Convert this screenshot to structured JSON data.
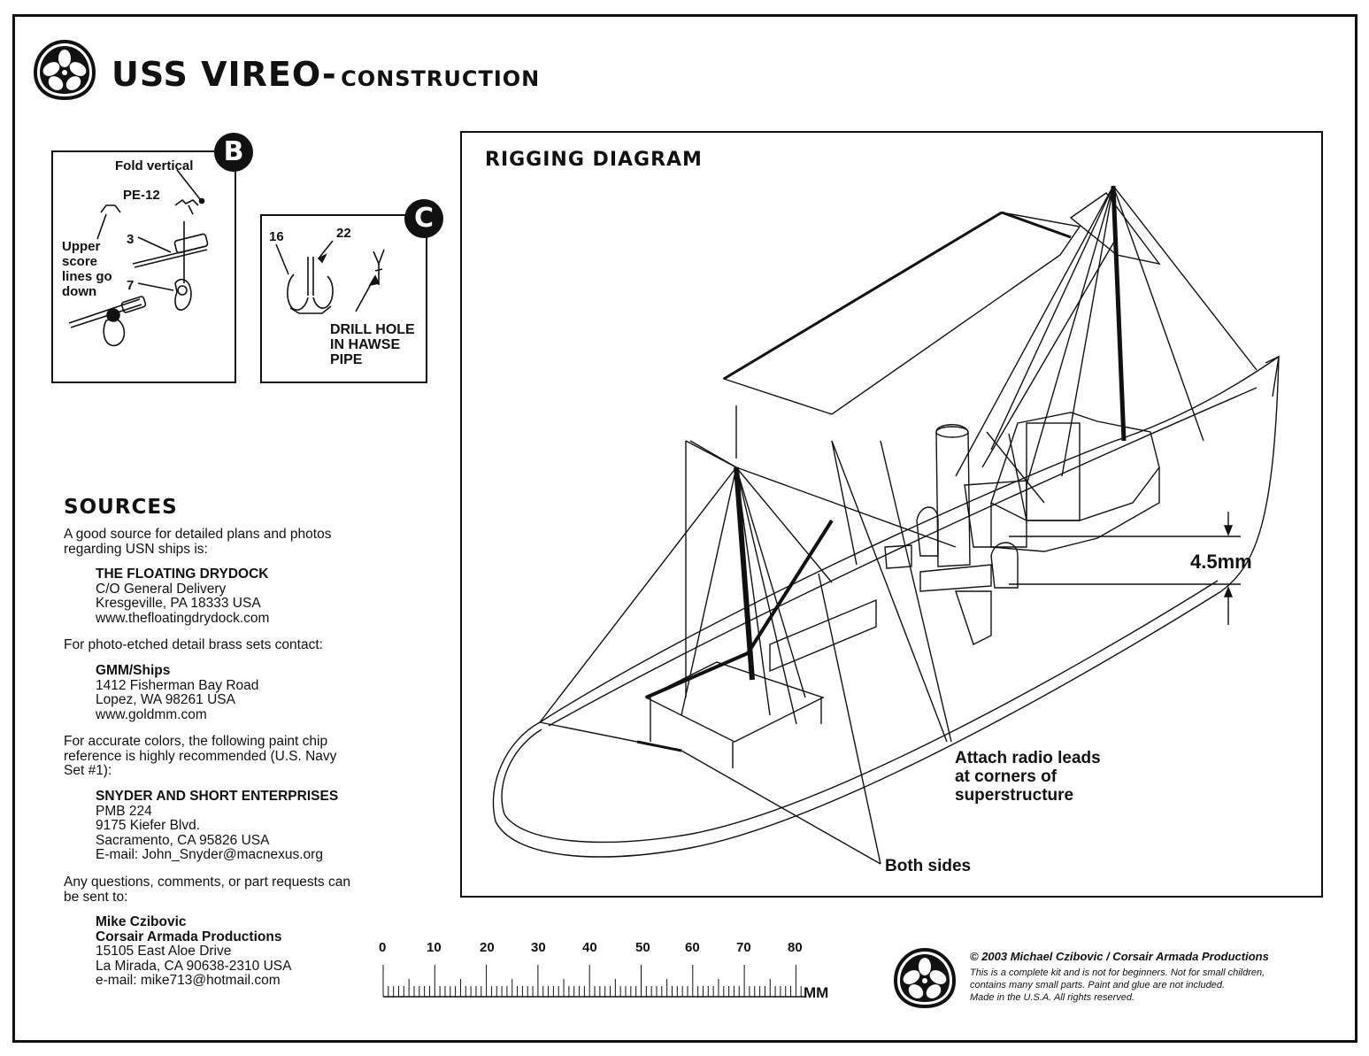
{
  "header": {
    "title": "USS VIREO-",
    "subtitle": "CONSTRUCTION"
  },
  "panel_b": {
    "badge": "B",
    "fold_vertical": "Fold vertical",
    "pe12": "PE-12",
    "part_3": "3",
    "part_7": "7",
    "upper_score": [
      "Upper",
      "score",
      "lines go",
      "down"
    ]
  },
  "panel_c": {
    "badge": "C",
    "part_16": "16",
    "part_22": "22",
    "drill_hole": [
      "DRILL HOLE",
      "IN HAWSE",
      "PIPE"
    ]
  },
  "rigging": {
    "title": "RIGGING DIAGRAM",
    "radio_leads": [
      "Attach radio leads",
      "at corners of",
      "superstructure"
    ],
    "both_sides": "Both sides",
    "dimension": "4.5mm"
  },
  "sources": {
    "heading": "SOURCES",
    "intro1": [
      "A good source for detailed plans and photos",
      "regarding USN ships is:"
    ],
    "drydock": {
      "name": "THE FLOATING DRYDOCK",
      "lines": [
        "C/O General Delivery",
        "Kresgeville, PA 18333 USA",
        "www.thefloatingdrydock.com"
      ]
    },
    "intro2": "For photo-etched detail brass sets contact:",
    "gmm": {
      "name": "GMM/Ships",
      "lines": [
        "1412 Fisherman Bay Road",
        "Lopez, WA 98261 USA",
        "www.goldmm.com"
      ]
    },
    "intro3": [
      "For accurate colors, the following paint chip",
      "reference is highly recommended (U.S. Navy",
      "Set #1):"
    ],
    "snyder": {
      "name": "SNYDER AND SHORT ENTERPRISES",
      "lines": [
        "PMB 224",
        "9175 Kiefer Blvd.",
        "Sacramento, CA 95826 USA",
        "E-mail: John_Snyder@macnexus.org"
      ]
    },
    "intro4": [
      "Any questions, comments, or part requests can",
      "be sent to:"
    ],
    "contact": {
      "name": "Mike Czibovic",
      "company": "Corsair Armada Productions",
      "lines": [
        "15105 East Aloe Drive",
        "La Mirada, CA 90638-2310 USA",
        "e-mail: mike713@hotmail.com"
      ]
    }
  },
  "ruler": {
    "numbers": [
      "0",
      "10",
      "20",
      "30",
      "40",
      "50",
      "60",
      "70",
      "80"
    ],
    "unit": "MM"
  },
  "copyright": {
    "heading": "© 2003 Michael Czibovic / Corsair Armada Productions",
    "lines": [
      "This is a complete kit and is not for beginners. Not for small children,",
      "contains many small parts. Paint and glue are not included.",
      "Made in the U.S.A. All rights reserved."
    ]
  }
}
